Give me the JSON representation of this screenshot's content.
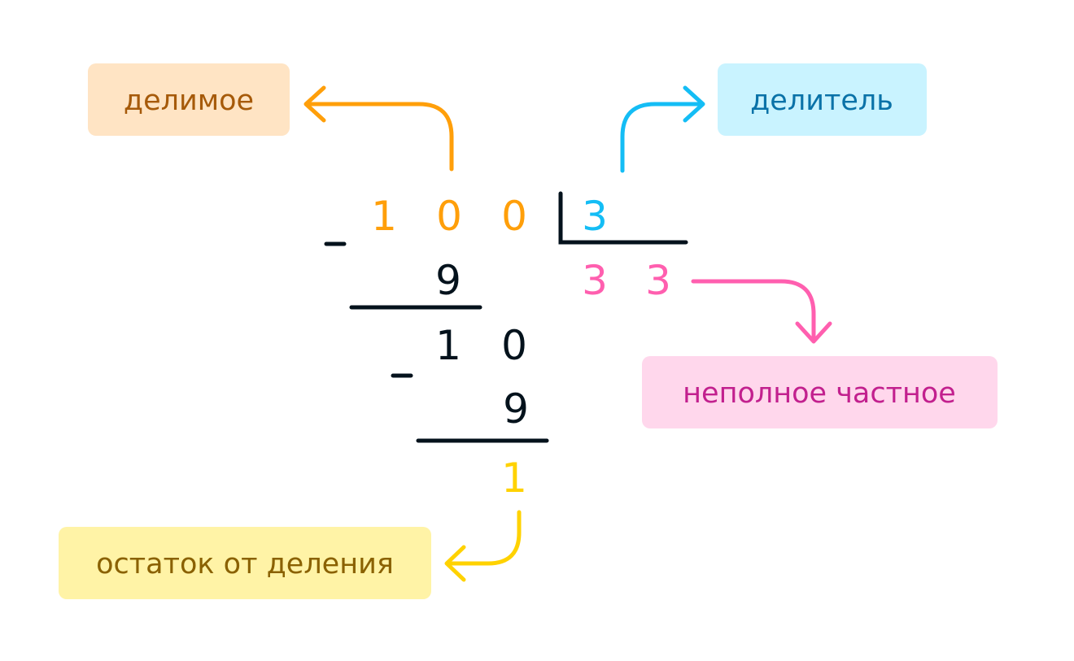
{
  "labels": {
    "dividend": "делимое",
    "divisor": "делитель",
    "quotient": "неполное частное",
    "remainder": "остаток от деления"
  },
  "division": {
    "dividend_digits": [
      "1",
      "0",
      "0"
    ],
    "divisor": "3",
    "quotient_digits": [
      "3",
      "3"
    ],
    "step1_subtrahend": "9",
    "step2_minuend_digits": [
      "1",
      "0"
    ],
    "step2_subtrahend": "9",
    "remainder": "1",
    "minus_sign": "_"
  },
  "colors": {
    "dividend": "#FF9F0A",
    "dividend_bg": "#FFE4C4",
    "dividend_text": "#A65A0A",
    "divisor": "#14BDF5",
    "divisor_bg": "#C9F3FF",
    "divisor_text": "#0A72A8",
    "quotient": "#FF5FAF",
    "quotient_bg": "#FFD7EC",
    "quotient_text": "#C2208E",
    "remainder": "#FFD200",
    "remainder_bg": "#FFF3A6",
    "remainder_text": "#8A6100",
    "ink": "#04121C"
  }
}
